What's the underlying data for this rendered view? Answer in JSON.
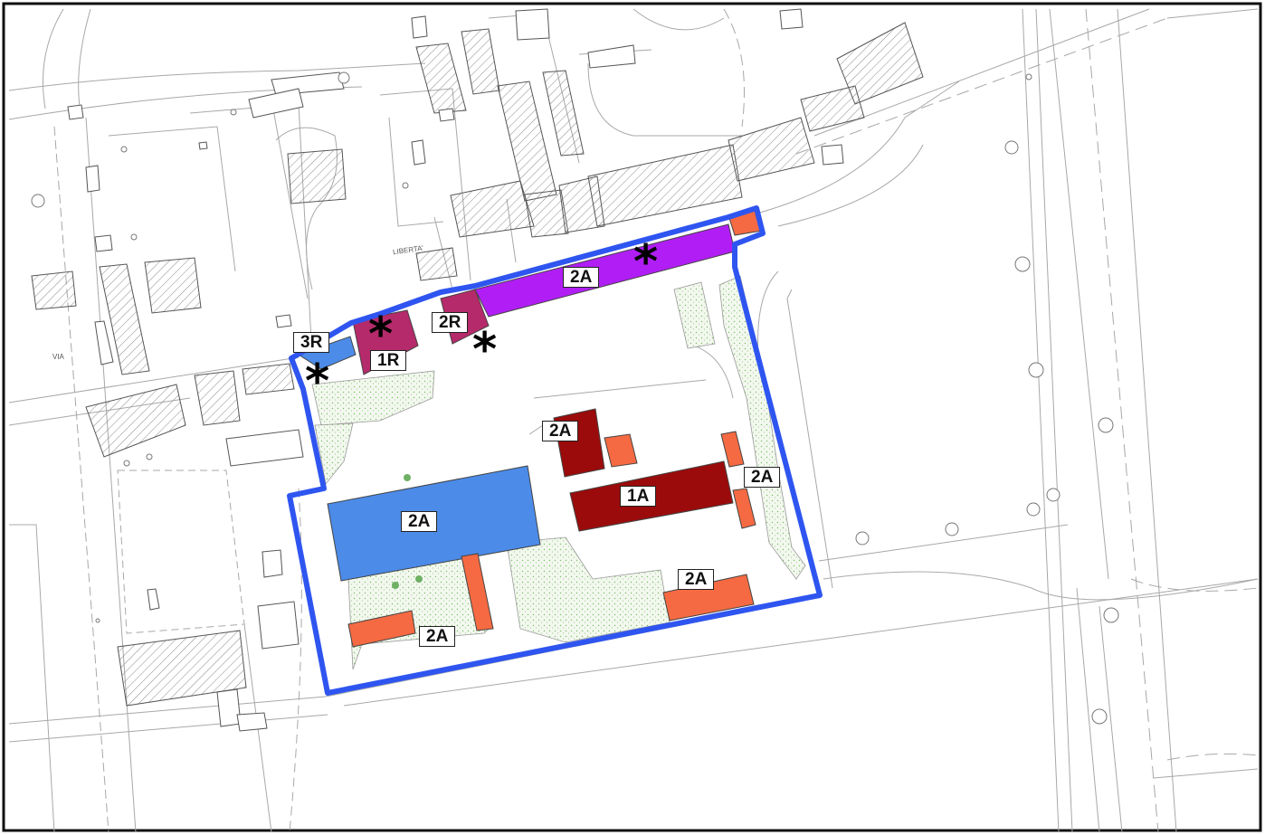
{
  "map": {
    "street_labels": {
      "liberta": "LIBERTA'",
      "via": "VIA"
    },
    "zone_labels": [
      "2A",
      "2R",
      "3R",
      "1R",
      "2A",
      "1A",
      "2A",
      "2A",
      "2A",
      "2A"
    ],
    "asterisk": "*",
    "colors": {
      "boundary": "#2f55f0",
      "purple": "#b11ef5",
      "magenta": "#b52a6a",
      "dark_red": "#9b0b0b",
      "orange": "#f56a42",
      "blue": "#4c8be8",
      "green_area": "#eef6ea",
      "hatched_building": "#bbbbbb"
    }
  }
}
